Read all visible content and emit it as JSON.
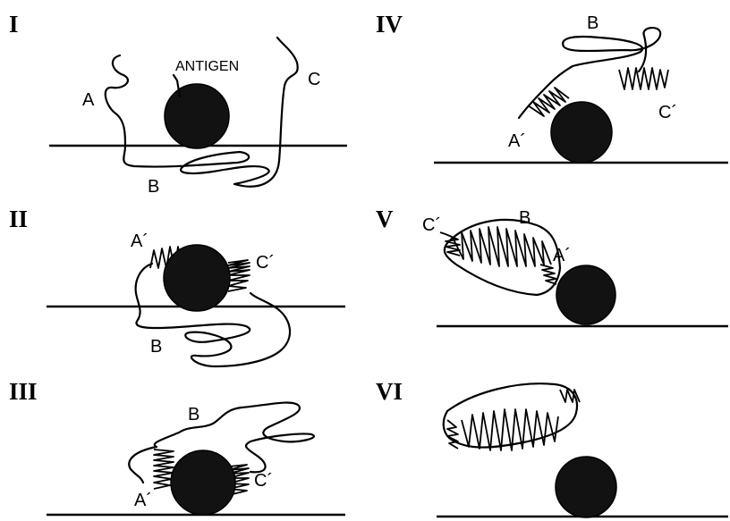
{
  "panels": [
    {
      "roman": "I"
    },
    {
      "roman": "II"
    },
    {
      "roman": "III"
    },
    {
      "roman": "IV"
    },
    {
      "roman": "V"
    },
    {
      "roman": "VI"
    }
  ],
  "labels": {
    "antigen": "ANTIGEN",
    "A": "A",
    "B": "B",
    "C": "C",
    "A_prime": "A´",
    "C_prime": "C´"
  }
}
